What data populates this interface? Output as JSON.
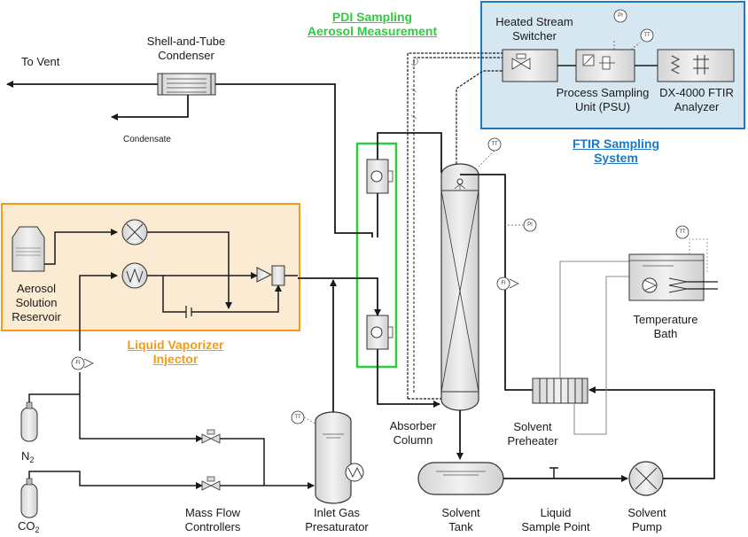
{
  "labels": {
    "pdi_line1": "PDI Sampling",
    "pdi_line2": "Aerosol Measurement",
    "condenser_line1": "Shell-and-Tube",
    "condenser_line2": "Condenser",
    "to_vent": "To Vent",
    "condensate": "Condensate",
    "switcher_line1": "Heated Stream",
    "switcher_line2": "Switcher",
    "psu_line1": "Process Sampling",
    "psu_line2": "Unit (PSU)",
    "ftir_line1": "DX-4000 FTIR",
    "ftir_line2": "Analyzer",
    "ftir_system_line1": "FTIR Sampling",
    "ftir_system_line2": "System",
    "reservoir_line1": "Aerosol",
    "reservoir_line2": "Solution",
    "reservoir_line3": "Reservoir",
    "vaporizer_line1": "Liquid Vaporizer",
    "vaporizer_line2": "Injector",
    "temp_bath_line1": "Temperature",
    "temp_bath_line2": "Bath",
    "absorber_line1": "Absorber",
    "absorber_line2": "Column",
    "preheater_line1": "Solvent",
    "preheater_line2": "Preheater",
    "n2_main": "N",
    "n2_sub": "2",
    "co2_main": "CO",
    "co2_sub": "2",
    "mfc_line1": "Mass Flow",
    "mfc_line2": "Controllers",
    "presat_line1": "Inlet Gas",
    "presat_line2": "Presaturator",
    "tank_line1": "Solvent",
    "tank_line2": "Tank",
    "sample_line1": "Liquid",
    "sample_line2": "Sample Point",
    "pump_line1": "Solvent",
    "pump_line2": "Pump"
  },
  "instrument_tags": {
    "pi": "PI",
    "tt": "TT",
    "fi": "FI"
  },
  "colors": {
    "pdi_box": "#2ecc40",
    "vaporizer_box": "#f39c12",
    "vaporizer_fill": "#fcebd3",
    "ftir_box": "#1f78c1",
    "ftir_fill": "#d6e7f2",
    "equipment_fill": "#e6e6e6",
    "line": "#1a1a1a"
  }
}
